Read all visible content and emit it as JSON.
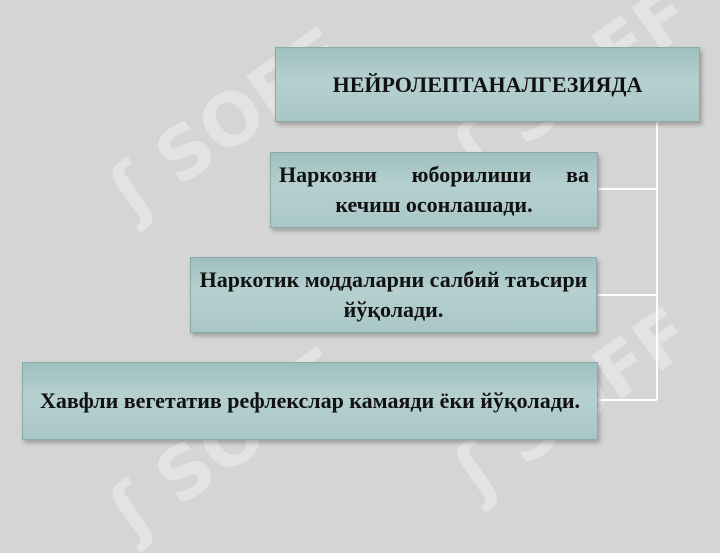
{
  "diagram": {
    "title": "НЕЙРОЛЕПТАНАЛГЕЗИЯДА",
    "items": [
      {
        "text": "Наркозни юборилиши ва кечиш осонлашади."
      },
      {
        "text": "Наркотик моддаларни салбий таъсири йўқолади."
      },
      {
        "text": "Хавфли вегетатив рефлекслар камаяди ёки йўқолади."
      }
    ]
  },
  "watermark": {
    "text": "SOFF"
  },
  "colors": {
    "background": "#d5d5d5",
    "box_fill": "#b0cccc",
    "connector": "#ffffff"
  }
}
